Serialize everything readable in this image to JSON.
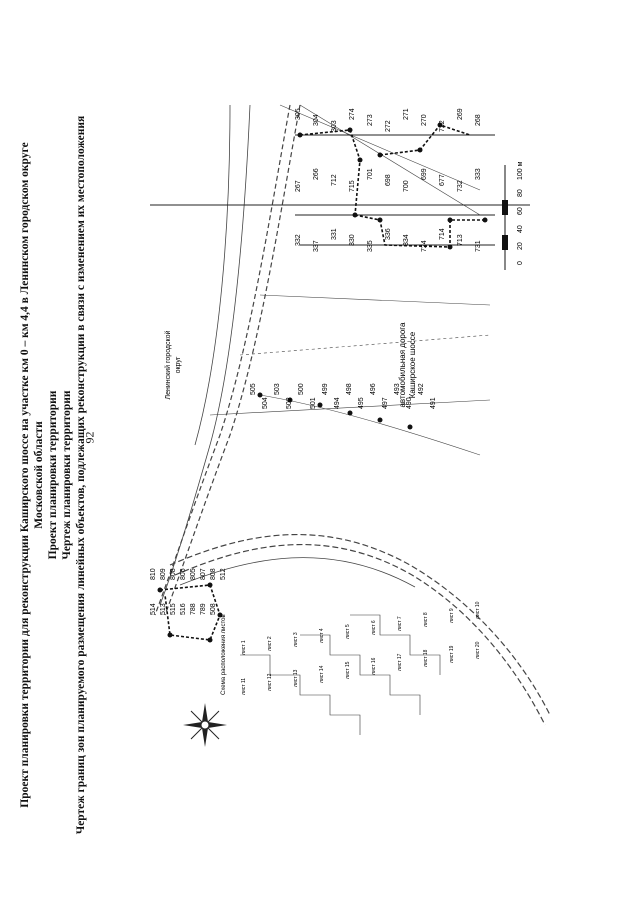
{
  "page_number": "92",
  "header": {
    "title_line1": "Проект планировки территории для реконструкции Каширского шоссе на участке км 0 – км 4,4 в Ленинском городском округе",
    "title_line2": "Московской области",
    "title_line3": "Проект планировки территории",
    "subtitle": "Чертеж планировки территории",
    "chertezh": "Чертеж границ зон планируемого размещения линейных объектов, подлежащих реконструкции в связи с изменением их местоположения"
  },
  "map": {
    "road_label_line1": "автомобильная дорога",
    "road_label_line2": "Каширское шоссе",
    "district_label_line1": "Ленинский городской",
    "district_label_line2": "округ",
    "scheme_title": "Схема расположения листов",
    "scale_labels": [
      "0",
      "20",
      "40",
      "60",
      "80",
      "100 м"
    ],
    "sheet_labels": [
      "лист 1",
      "лист 2",
      "лист 3",
      "лист 4",
      "лист 5",
      "лист 6",
      "лист 7",
      "лист 8",
      "лист 9",
      "лист 10",
      "лист 11",
      "лист 12",
      "лист 13",
      "лист 14",
      "лист 15",
      "лист 16",
      "лист 17",
      "лист 18",
      "лист 19",
      "лист 20"
    ],
    "points_top": [
      "305",
      "304",
      "303",
      "274",
      "273",
      "272",
      "271",
      "270",
      "722",
      "269",
      "268",
      "267",
      "266",
      "712",
      "715",
      "701",
      "698",
      "700",
      "699",
      "677",
      "732",
      "333",
      "332",
      "337",
      "331",
      "330",
      "335",
      "336",
      "334",
      "724",
      "714",
      "713",
      "731"
    ],
    "points_mid": [
      "505",
      "504",
      "503",
      "502",
      "500",
      "501",
      "499",
      "494",
      "498",
      "495",
      "496",
      "497",
      "493",
      "490",
      "492",
      "491"
    ],
    "points_bottom": [
      "810",
      "809",
      "808",
      "806",
      "805",
      "807",
      "808",
      "512",
      "514",
      "513",
      "515",
      "516",
      "788",
      "789",
      "508"
    ]
  }
}
